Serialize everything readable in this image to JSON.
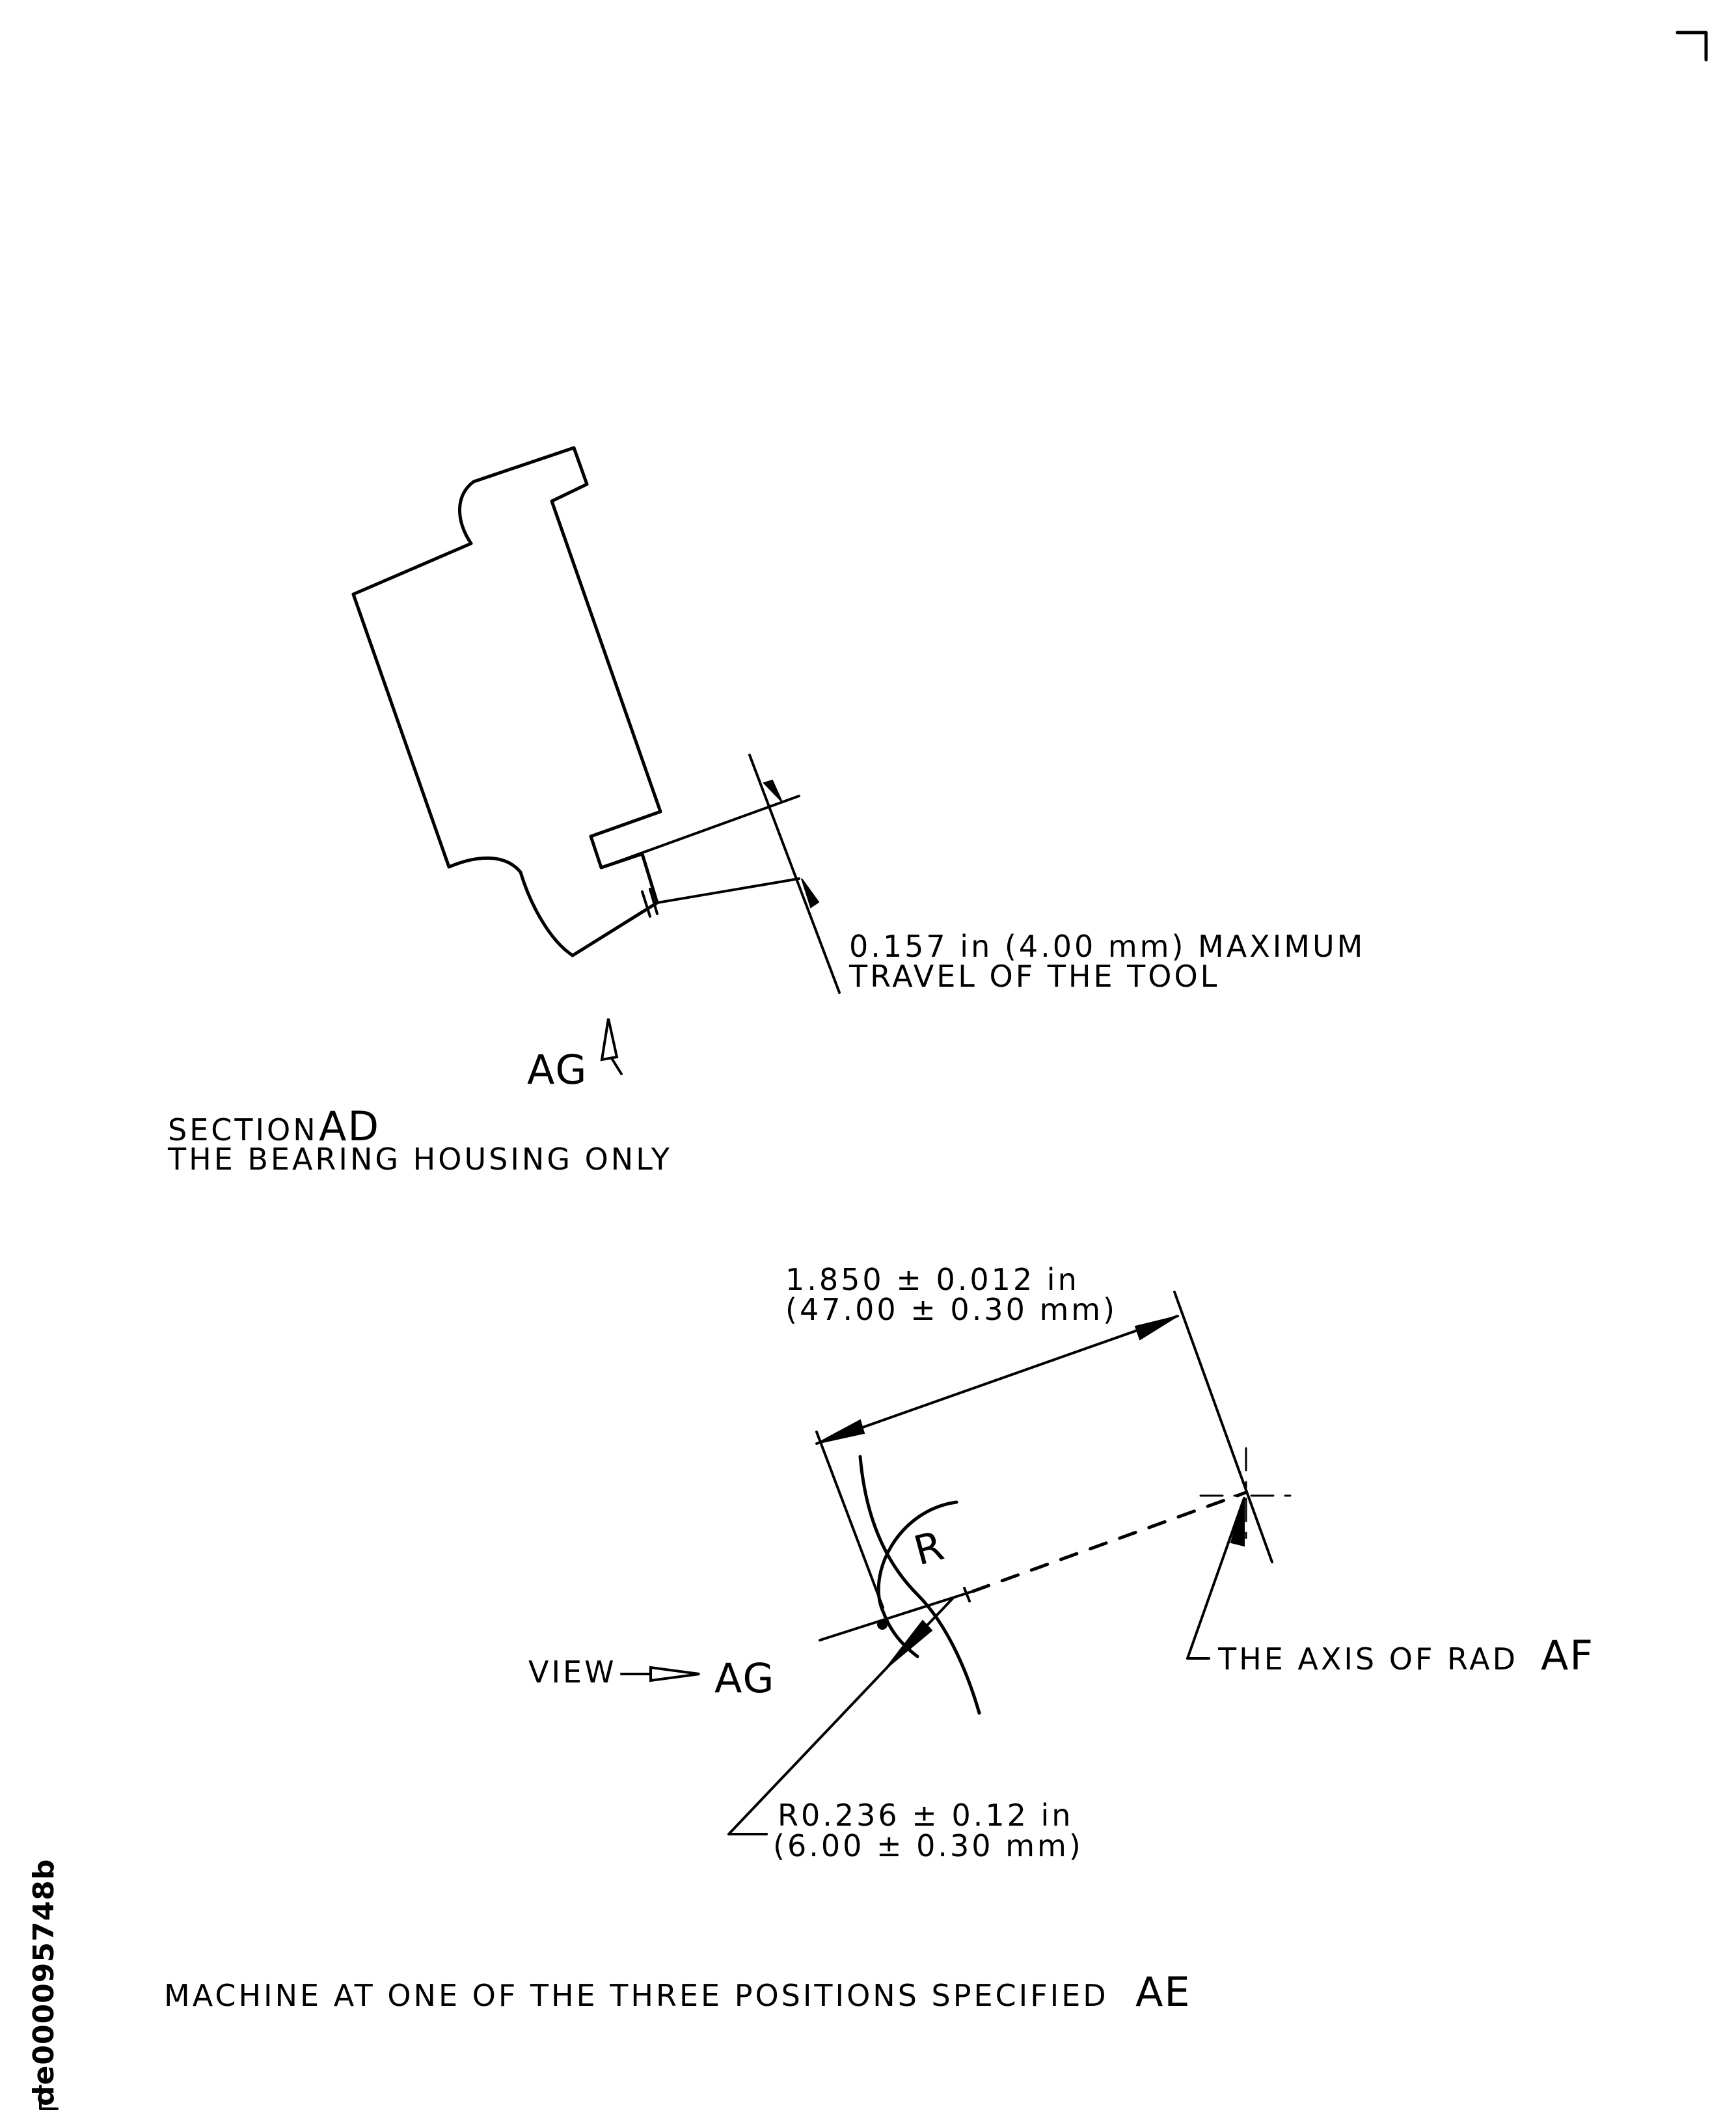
{
  "section": {
    "title": "SECTION",
    "ref": "AD",
    "subtitle": "THE BEARING HOUSING ONLY"
  },
  "travel_note": {
    "line1": "0.157 in (4.00 mm) MAXIMUM",
    "line2": "TRAVEL OF THE TOOL"
  },
  "view_arrow_label": "AG",
  "distance_dim": {
    "line1": "1.850 ± 0.012 in",
    "line2": "(47.00 ± 0.30 mm)"
  },
  "view_label": {
    "prefix": "VIEW",
    "ref": "AG"
  },
  "axis_note": {
    "text": "THE AXIS OF RAD",
    "ref": "AF"
  },
  "radius_dim": {
    "line1": "R0.236 ± 0.12 in",
    "line2": "(6.00 ± 0.30 mm)"
  },
  "radius_marker": "R",
  "machine_note": {
    "text": "MACHINE AT ONE OF THE THREE POSITIONS SPECIFIED",
    "ref": "AE"
  },
  "drawing_id": "de000095748b"
}
